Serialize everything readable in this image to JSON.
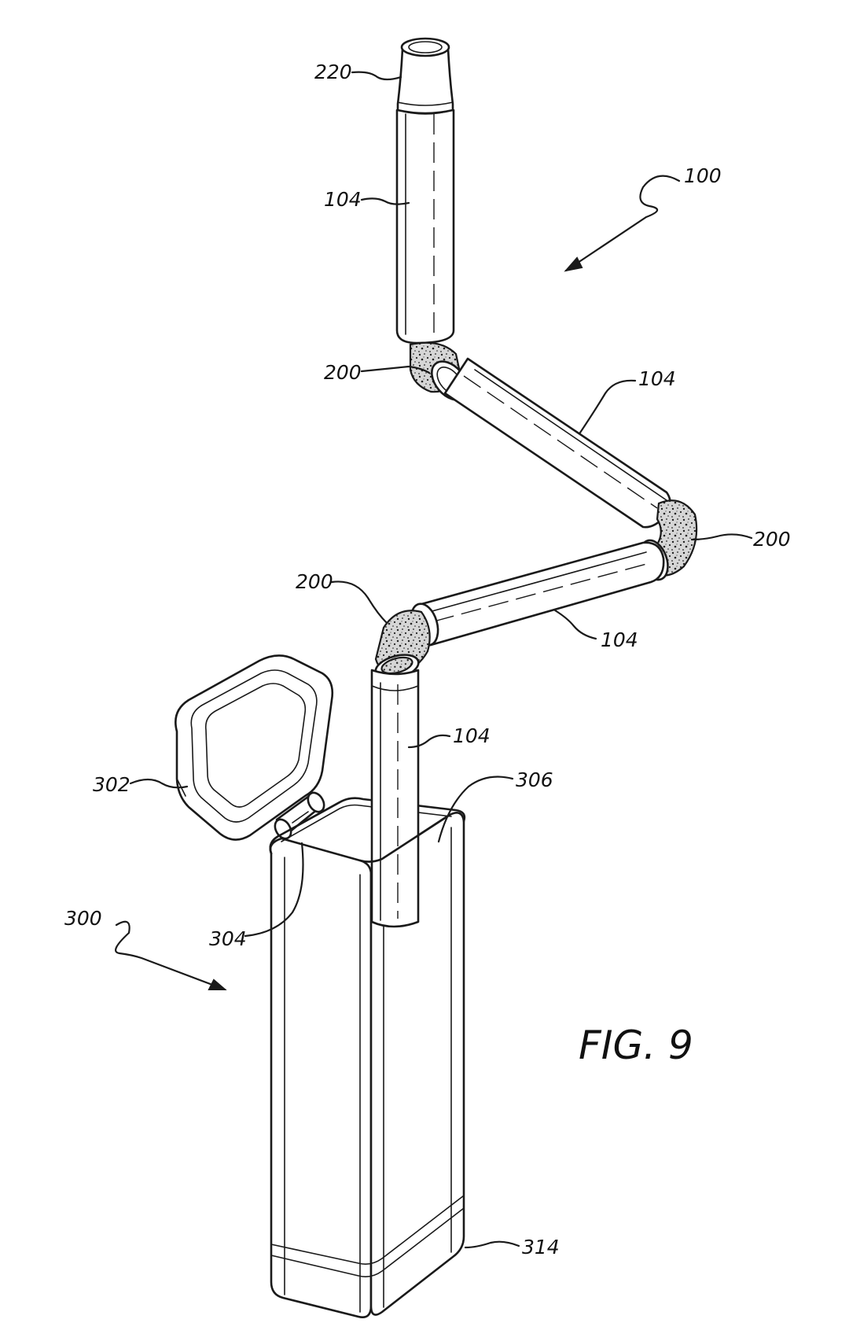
{
  "figure": {
    "title": "FIG. 9"
  },
  "reference_numerals": {
    "mouthpiece": "220",
    "straw_assembly": "100",
    "straw_segment_top": "104",
    "straw_segment_upper_diagonal": "104",
    "straw_segment_lower_diagonal": "104",
    "straw_segment_vertical": "104",
    "joint_upper": "200",
    "joint_right": "200",
    "joint_lower": "200",
    "case_lid": "302",
    "case_hinge": "304",
    "case_opening": "306",
    "case_assembly": "300",
    "case_base": "314"
  },
  "colors": {
    "ink": "#1a1a1a",
    "paper": "#ffffff",
    "foam_fill": "#d6d6d6"
  }
}
